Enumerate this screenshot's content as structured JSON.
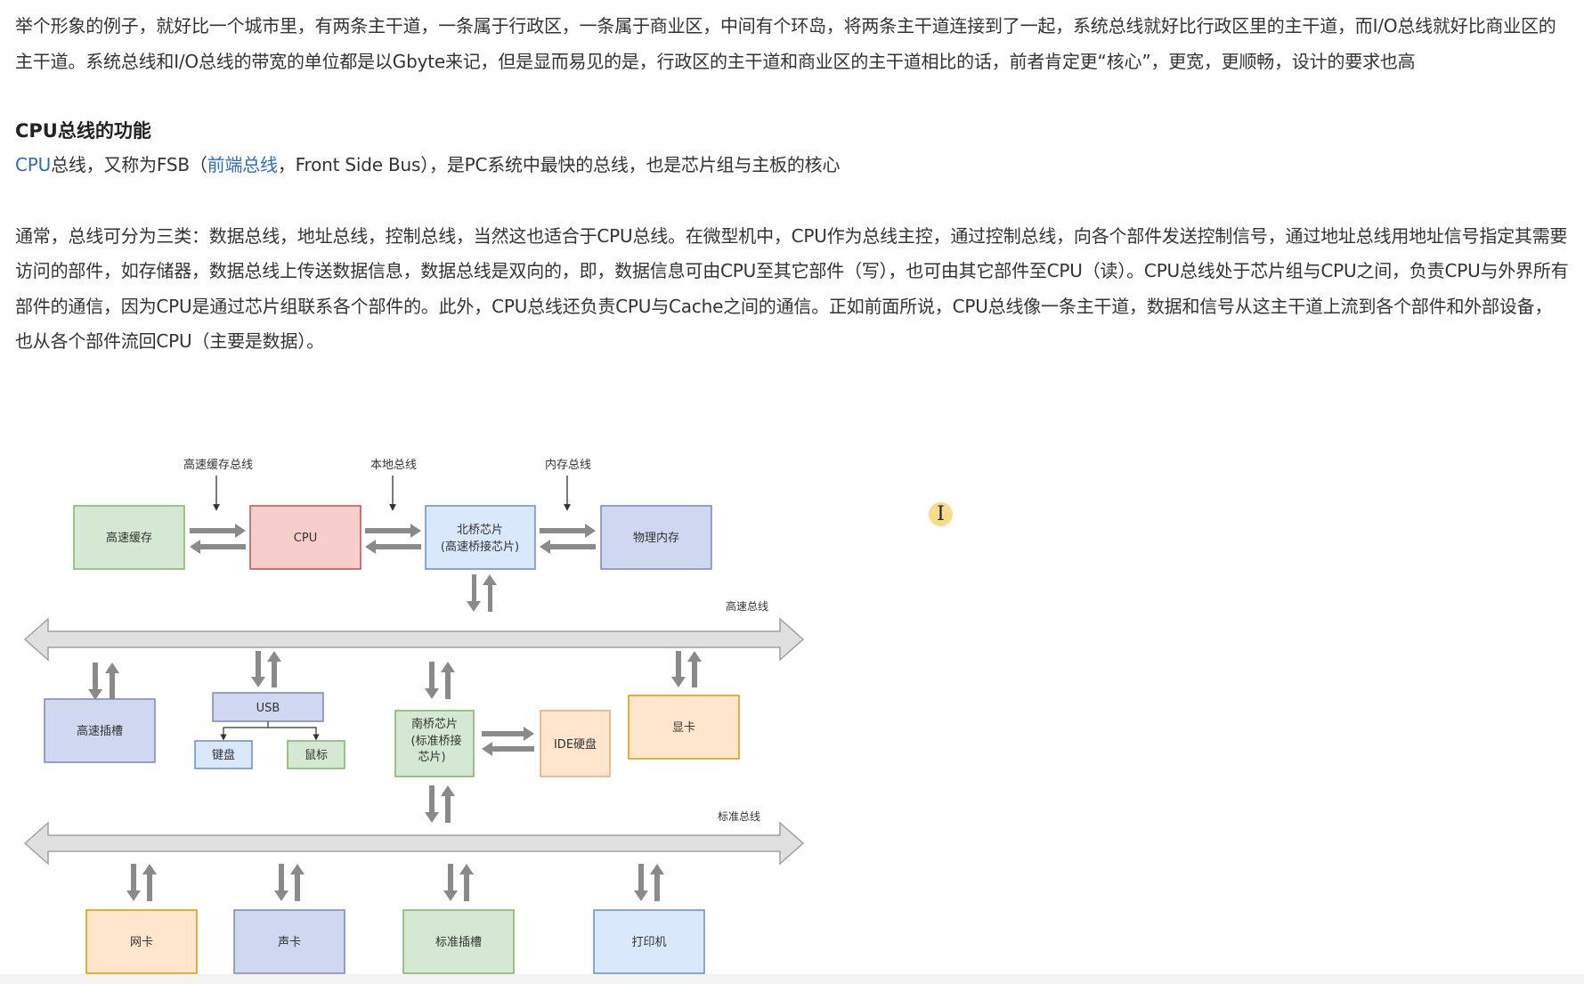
{
  "article": {
    "para1": "举个形象的例子，就好比一个城市里，有两条主干道，一条属于行政区，一条属于商业区，中间有个环岛，将两条主干道连接到了一起，系统总线就好比行政区里的主干道，而I/O总线就好比商业区的主干道。系统总线和I/O总线的带宽的单位都是以Gbyte来记，但是显而易见的是，行政区的主干道和商业区的主干道相比的话，前者肯定更“核心”，更宽，更顺畅，设计的要求也高",
    "heading": "CPU总线的功能",
    "para2": {
      "link1": "CPU",
      "text1": "总线，又称为FSB（",
      "link2": "前端总线",
      "text2": "，Front Side Bus），是PC系统中最快的总线，也是芯片组与主板的核心"
    },
    "para3": "通常，总线可分为三类：数据总线，地址总线，控制总线，当然这也适合于CPU总线。在微型机中，CPU作为总线主控，通过控制总线，向各个部件发送控制信号，通过地址总线用地址信号指定其需要访问的部件，如存储器，数据总线上传送数据信息，数据总线是双向的，即，数据信息可由CPU至其它部件（写），也可由其它部件至CPU（读）。CPU总线处于芯片组与CPU之间，负责CPU与外界所有部件的通信，因为CPU是通过芯片组联系各个部件的。此外，CPU总线还负责CPU与Cache之间的通信。正如前面所说，CPU总线像一条主干道，数据和信号从这主干道上流到各个部件和外部设备，也从各个部件流回CPU（主要是数据）。"
  },
  "diagram": {
    "top_labels": {
      "cache_bus": "高速缓存总线",
      "local_bus": "本地总线",
      "memory_bus": "内存总线"
    },
    "boxes": {
      "cache": "高速缓存",
      "cpu": "CPU",
      "northbridge_line1": "北桥芯片",
      "northbridge_line2": "(高速桥接芯片)",
      "memory": "物理内存",
      "highspeed_slot": "高速插槽",
      "usb": "USB",
      "keyboard": "键盘",
      "mouse": "鼠标",
      "southbridge_line1": "南桥芯片",
      "southbridge_line2": "(标准桥接",
      "southbridge_line3": "芯片)",
      "ide": "IDE硬盘",
      "graphics": "显卡",
      "nic": "网卡",
      "sound": "声卡",
      "standard_slot": "标准插槽",
      "printer": "打印机"
    },
    "bus_labels": {
      "high_speed": "高速总线",
      "standard": "标准总线"
    },
    "colors": {
      "green": "#d5e8d4",
      "green_border": "#82b366",
      "red": "#f8cecc",
      "red_border": "#b85450",
      "blue": "#dae8fc",
      "blue_border": "#6c8ebf",
      "purple": "#d0d7f0",
      "purple_border": "#7a87b8",
      "orange": "#ffe6cc",
      "orange_border": "#d79b00",
      "arrow": "#8a8a8a",
      "bus_fill": "#e0e0e0",
      "bus_stroke": "#a0a0a0"
    }
  },
  "cursor": {
    "icon": "text-cursor-icon",
    "glyph": "I"
  }
}
